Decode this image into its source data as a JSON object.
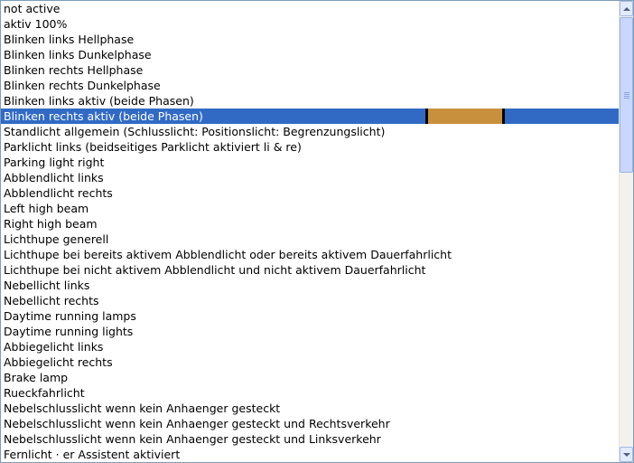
{
  "listbox": {
    "selected_index": 7,
    "selected_swatch_color": "#c8903c",
    "items": [
      {
        "label": "not active"
      },
      {
        "label": "aktiv 100%"
      },
      {
        "label": "Blinken links Hellphase"
      },
      {
        "label": "Blinken links Dunkelphase"
      },
      {
        "label": "Blinken rechts Hellphase"
      },
      {
        "label": "Blinken rechts Dunkelphase"
      },
      {
        "label": "Blinken links aktiv (beide Phasen)"
      },
      {
        "label": "Blinken rechts aktiv (beide Phasen)"
      },
      {
        "label": "Standlicht allgemein (Schlusslicht: Positionslicht: Begrenzungslicht)"
      },
      {
        "label": "Parklicht links (beidseitiges Parklicht aktiviert li & re)"
      },
      {
        "label": "Parking light right"
      },
      {
        "label": "Abblendlicht links"
      },
      {
        "label": "Abblendlicht rechts"
      },
      {
        "label": "Left high beam"
      },
      {
        "label": "Right high beam"
      },
      {
        "label": "Lichthupe generell"
      },
      {
        "label": "Lichthupe bei bereits aktivem Abblendlicht oder bereits aktivem Dauerfahrlicht"
      },
      {
        "label": "Lichthupe bei nicht aktivem Abblendlicht und nicht aktivem Dauerfahrlicht"
      },
      {
        "label": "Nebellicht links"
      },
      {
        "label": "Nebellicht rechts"
      },
      {
        "label": "Daytime running lamps"
      },
      {
        "label": "Daytime running lights"
      },
      {
        "label": "Abbiegelicht links"
      },
      {
        "label": "Abbiegelicht rechts"
      },
      {
        "label": "Brake lamp"
      },
      {
        "label": "Rueckfahrlicht"
      },
      {
        "label": "Nebelschlusslicht wenn kein Anhaenger gesteckt"
      },
      {
        "label": "Nebelschlusslicht wenn kein Anhaenger gesteckt und Rechtsverkehr"
      },
      {
        "label": "Nebelschlusslicht wenn kein Anhaenger gesteckt und Linksverkehr"
      },
      {
        "label": "Fernlicht · er Assistent aktiviert"
      }
    ]
  },
  "scrollbar": {
    "up_icon": "arrow-up-icon",
    "down_icon": "arrow-down-icon",
    "grip_icon": "grip-icon"
  }
}
